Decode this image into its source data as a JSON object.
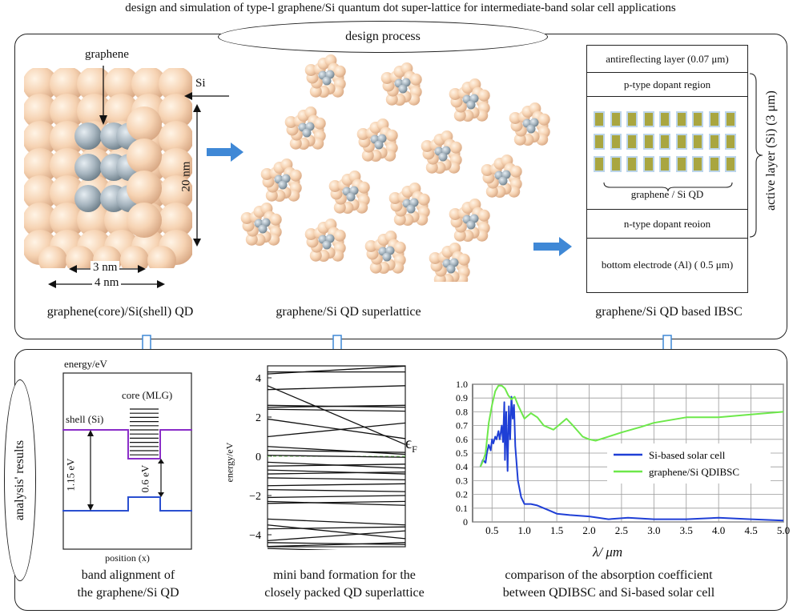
{
  "title": "design and simulation of type-l graphene/Si quantum dot super-lattice for intermediate-band solar cell applications",
  "design": {
    "label": "design process",
    "qd": {
      "graphene_label": "graphene",
      "si_label": "Si",
      "height_label": "20 nm",
      "inner_width_label": "3 nm",
      "outer_width_label": "4 nm",
      "caption": "graphene(core)/Si(shell) QD"
    },
    "superlattice_caption": "graphene/Si QD superlattice",
    "ibsc": {
      "layers": [
        "antireflecting layer (0.07 μm)",
        "p-type dopant region",
        "n-type dopant reoion",
        "bottom electrode (Al) ( 0.5 μm)"
      ],
      "qd_label": "graphene / Si QD",
      "active_label": "active layer (Si) (3 μm)",
      "caption": "graphene/Si QD based IBSC"
    }
  },
  "analysis": {
    "label": "analysis' results",
    "band": {
      "ylabel": "energy/eV",
      "xlabel": "position (x)",
      "core_label": "core (MLG)",
      "shell_label": "shell (Si)",
      "gap1_label": "1.15 eV",
      "gap2_label": "0.6 eV",
      "caption_line1": "band alignment of",
      "caption_line2": "the graphene/Si QD"
    },
    "miniband": {
      "ylabel": "energy/eV",
      "fermi_label": "ϵ",
      "fermi_sub": "F",
      "yticks": [
        "4",
        "2",
        "0",
        "−2",
        "−4"
      ],
      "caption_line1": "mini band formation for the",
      "caption_line2": "closely packed QD superlattice"
    },
    "absorption": {
      "caption_line1": "comparison of the absorption coefficient",
      "caption_line2": "between QDIBSC and Si-based solar cell"
    }
  },
  "chart_data": {
    "type": "line",
    "title": "",
    "xlabel": "λ/ μm",
    "ylabel": "",
    "xlim": [
      0.2,
      5.0
    ],
    "ylim": [
      0,
      1.0
    ],
    "xticks": [
      "0.5",
      "1.0",
      "1.5",
      "2.0",
      "2.5",
      "3.0",
      "3.5",
      "4.0",
      "4.5",
      "5.0"
    ],
    "yticks": [
      "0",
      "0.1",
      "0.2",
      "0.3",
      "0.4",
      "0.5",
      "0.6",
      "0.7",
      "0.8",
      "0.9",
      "1.0"
    ],
    "grid": true,
    "legend_position": "right",
    "series": [
      {
        "name": "Si-based solar cell",
        "color": "#1f3fd6",
        "x": [
          0.32,
          0.36,
          0.4,
          0.42,
          0.45,
          0.48,
          0.5,
          0.52,
          0.55,
          0.57,
          0.6,
          0.62,
          0.65,
          0.67,
          0.69,
          0.7,
          0.72,
          0.74,
          0.76,
          0.78,
          0.8,
          0.82,
          0.84,
          0.86,
          0.9,
          0.95,
          1.0,
          1.05,
          1.1,
          1.2,
          1.3,
          1.4,
          1.5,
          1.7,
          2.0,
          2.3,
          2.6,
          3.0,
          3.5,
          4.0,
          4.5,
          5.0
        ],
        "y": [
          0.4,
          0.45,
          0.43,
          0.5,
          0.56,
          0.52,
          0.6,
          0.57,
          0.62,
          0.6,
          0.66,
          0.6,
          0.7,
          0.58,
          0.87,
          0.45,
          0.8,
          0.37,
          0.84,
          0.6,
          0.91,
          0.75,
          0.85,
          0.55,
          0.3,
          0.18,
          0.13,
          0.13,
          0.13,
          0.12,
          0.1,
          0.08,
          0.06,
          0.05,
          0.04,
          0.02,
          0.03,
          0.02,
          0.02,
          0.03,
          0.02,
          0.01
        ]
      },
      {
        "name": "graphene/Si QDIBSC",
        "color": "#6de84a",
        "x": [
          0.32,
          0.36,
          0.4,
          0.45,
          0.5,
          0.55,
          0.6,
          0.65,
          0.7,
          0.75,
          0.8,
          0.85,
          0.9,
          1.0,
          1.1,
          1.2,
          1.3,
          1.45,
          1.55,
          1.65,
          1.75,
          1.9,
          2.0,
          2.1,
          2.3,
          2.5,
          2.8,
          3.0,
          3.5,
          4.0,
          4.5,
          5.0
        ],
        "y": [
          0.4,
          0.44,
          0.5,
          0.72,
          0.85,
          0.95,
          0.99,
          0.99,
          0.97,
          0.92,
          0.89,
          0.91,
          0.85,
          0.75,
          0.79,
          0.76,
          0.7,
          0.67,
          0.71,
          0.75,
          0.7,
          0.62,
          0.6,
          0.59,
          0.62,
          0.65,
          0.69,
          0.72,
          0.76,
          0.76,
          0.78,
          0.8
        ]
      }
    ]
  }
}
